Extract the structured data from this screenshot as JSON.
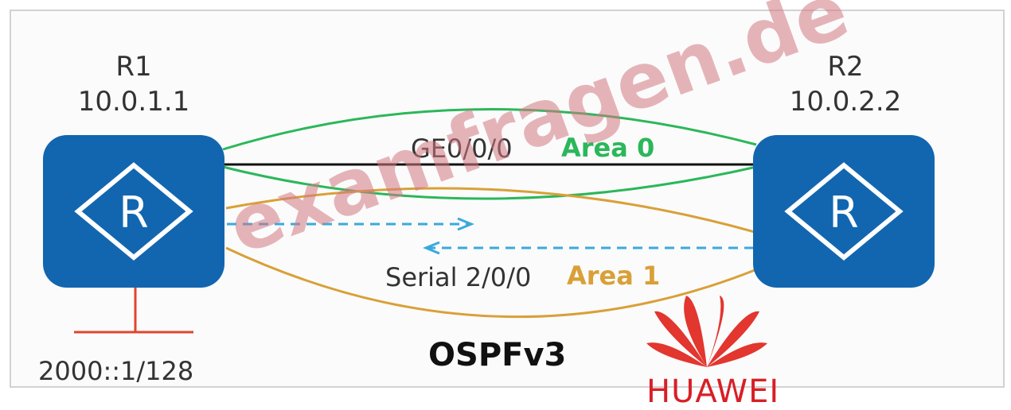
{
  "diagram": {
    "routers": [
      {
        "name": "R1",
        "ip": "10.0.1.1"
      },
      {
        "name": "R2",
        "ip": "10.0.2.2"
      }
    ],
    "links": [
      {
        "interface": "GE0/0/0",
        "area": "Area 0"
      },
      {
        "interface": "Serial 2/0/0",
        "area": "Area 1"
      }
    ],
    "loopback": "2000::1/128",
    "protocol": "OSPFv3"
  },
  "watermark": "examfragen.de",
  "logo_text": "HUAWEI",
  "colors": {
    "router_fill": "#1266b0",
    "area0": "#2bb75a",
    "area1": "#d9a038",
    "serial_link": "#3aa9dd",
    "loopback": "#e2442e",
    "huawei_red": "#d81f26"
  }
}
